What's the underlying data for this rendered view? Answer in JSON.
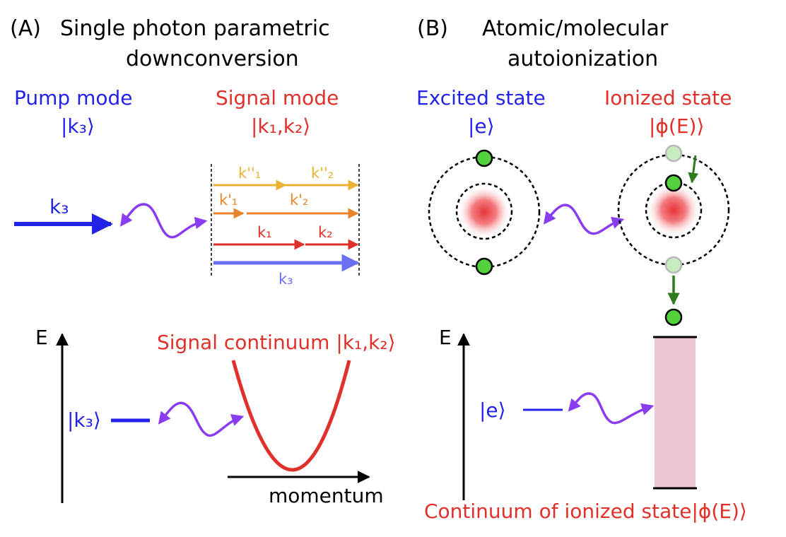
{
  "panel_a": {
    "letter": "(A)",
    "title_line1": "Single photon parametric",
    "title_line2": "downconversion",
    "pump_title": "Pump mode",
    "pump_ket": "|k₃⟩",
    "signal_title": "Signal mode",
    "signal_ket": "|k₁,k₂⟩",
    "pump_arrow_label": "k₃",
    "arrow_labels": {
      "k2pp_a": "k''₁",
      "k2pp_b": "k''₂",
      "kp_a": "k'₁",
      "kp_b": "k'₂",
      "k_a": "k₁",
      "k_b": "k₂",
      "k3": "k₃"
    },
    "energy_axis": "E",
    "level_ket": "|k₃⟩",
    "continuum_label": "Signal continuum |k₁,k₂⟩",
    "momentum_axis": "momentum"
  },
  "panel_b": {
    "letter": "(B)",
    "title_line1": "Atomic/molecular",
    "title_line2": "autoionization",
    "excited_title": "Excited state",
    "excited_ket": "|e⟩",
    "ionized_title": "Ionized state",
    "ionized_ket": "|ϕ(E)⟩",
    "energy_axis": "E",
    "level_ket": "|e⟩",
    "continuum_label": "Continuum of ionized state|ϕ(E)⟩"
  },
  "colors": {
    "blue": "#2323e8",
    "red": "#e0302a",
    "yellow": "#eab336",
    "orange": "#e8852a",
    "light_blue": "#6b70f0",
    "purple": "#8a3cf0",
    "green_electron": "#52d13c",
    "green_arrow": "#2f7a1f",
    "continuum_fill": "#ecc6d4"
  }
}
